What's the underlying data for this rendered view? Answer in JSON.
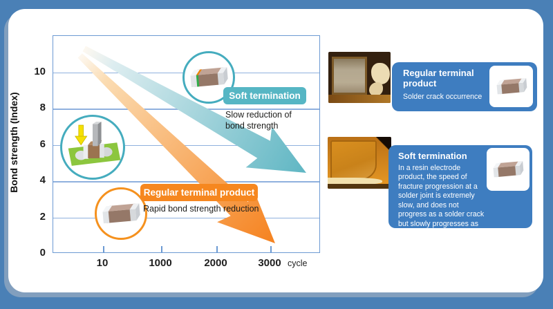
{
  "colors": {
    "frame_blue": "#4a80b6",
    "panel_blue": "#3e7dc0",
    "soft_teal": "#56b6c4",
    "regular_orange": "#f6871f",
    "axis_blue": "#6b9ad3",
    "gridline_blue": "#8fb0de"
  },
  "chart_data": {
    "type": "line",
    "title": "",
    "xlabel": "cycle",
    "ylabel": "Bond strength (Index)",
    "x_tick_labels": [
      "10",
      "1000",
      "2000",
      "3000"
    ],
    "y_tick_labels": [
      "0",
      "2",
      "4",
      "6",
      "8",
      "10"
    ],
    "ylim": [
      0,
      12
    ],
    "grid": true,
    "legend_position": "none",
    "series": [
      {
        "name": "Soft termination",
        "color": "#56b6c4",
        "style": "wide-gradient-arrow",
        "annotation": "Slow reduction of bond strength",
        "points": [
          {
            "x_label": "10",
            "y": 11.2
          },
          {
            "x_label": "3000",
            "y": 4.4
          }
        ]
      },
      {
        "name": "Regular terminal product",
        "color": "#f6871f",
        "style": "wide-gradient-arrow",
        "annotation": "Rapid bond strength reduction",
        "points": [
          {
            "x_label": "10",
            "y": 11.2
          },
          {
            "x_label": "2700",
            "y": 0.5
          }
        ]
      }
    ]
  },
  "icons": {
    "soft_chip": "soft-termination-chip-icon",
    "regular_chip": "mlcc-chip-icon",
    "bond_test": "bond-strength-test-icon"
  },
  "right_column": {
    "regular": {
      "title": "Regular terminal product",
      "description": "Solder crack occurrence",
      "image": "solder-crack-micrograph"
    },
    "soft": {
      "title": "Soft termination",
      "description": "In a resin electrode product, the speed of fracture progression at a solder joint is extremely slow, and does not progress as a solder crack but slowly progresses as peeling of the resin",
      "image": "resin-peeling-micrograph"
    }
  }
}
